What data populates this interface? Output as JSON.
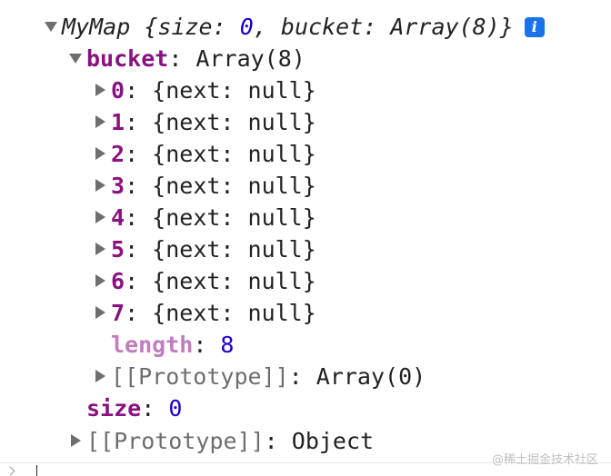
{
  "root": {
    "label": "MyMap",
    "preview": {
      "open": "{",
      "size_key": "size",
      "size_value": "0",
      "bucket_key": "bucket",
      "bucket_value": "Array(8)",
      "close": "}"
    },
    "info_icon": "i"
  },
  "bucket": {
    "key": "bucket",
    "value": "Array(8)",
    "items": [
      {
        "index": "0",
        "value": "{next: null}"
      },
      {
        "index": "1",
        "value": "{next: null}"
      },
      {
        "index": "2",
        "value": "{next: null}"
      },
      {
        "index": "3",
        "value": "{next: null}"
      },
      {
        "index": "4",
        "value": "{next: null}"
      },
      {
        "index": "5",
        "value": "{next: null}"
      },
      {
        "index": "6",
        "value": "{next: null}"
      },
      {
        "index": "7",
        "value": "{next: null}"
      }
    ],
    "length_key": "length",
    "length_value": "8",
    "prototype_key": "[[Prototype]]",
    "prototype_value": "Array(0)"
  },
  "size": {
    "key": "size",
    "value": "0"
  },
  "prototype": {
    "key": "[[Prototype]]",
    "value": "Object"
  },
  "watermark": "@稀土掘金技术社区",
  "colors": {
    "key": "#881280",
    "key_nonenumerable": "#c07cbf",
    "number": "#1c00cf",
    "muted": "#6e6e6e",
    "info_icon_bg": "#1a73e8"
  }
}
